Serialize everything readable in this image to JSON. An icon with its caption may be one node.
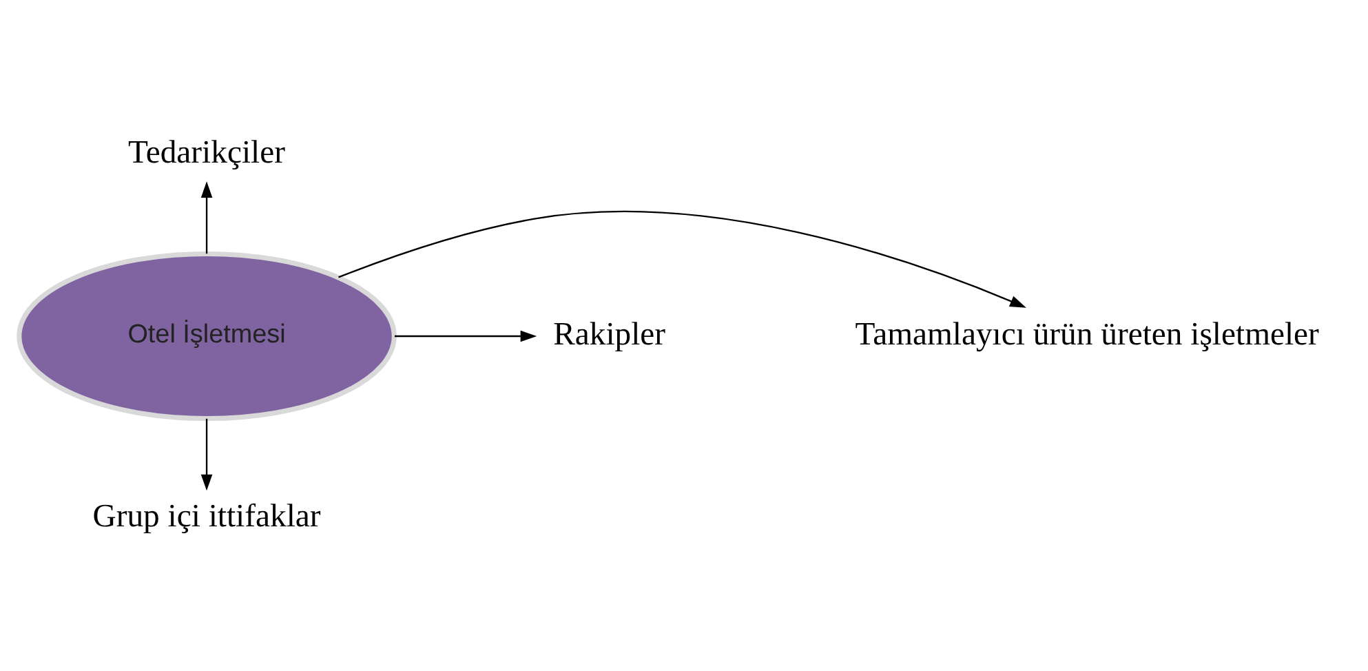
{
  "diagram": {
    "nodes": [
      {
        "text": [
          "Otel İşletmesi"
        ]
      },
      {
        "text": [
          "Tedarikçiler"
        ]
      },
      {
        "text": [
          "Tamamlayıcı ürün üreten işletmeler"
        ]
      },
      {
        "text": [
          "Rakipler"
        ]
      },
      {
        "text": [
          "Grup içi ittifaklar"
        ]
      }
    ],
    "edges": [
      {
        "from": 0,
        "to": 1,
        "arrow": "to"
      },
      {
        "from": 0,
        "to": 2,
        "arrow": "to"
      },
      {
        "from": 0,
        "to": 3,
        "arrow": "to"
      },
      {
        "from": 0,
        "to": 4,
        "arrow": "to"
      }
    ]
  }
}
